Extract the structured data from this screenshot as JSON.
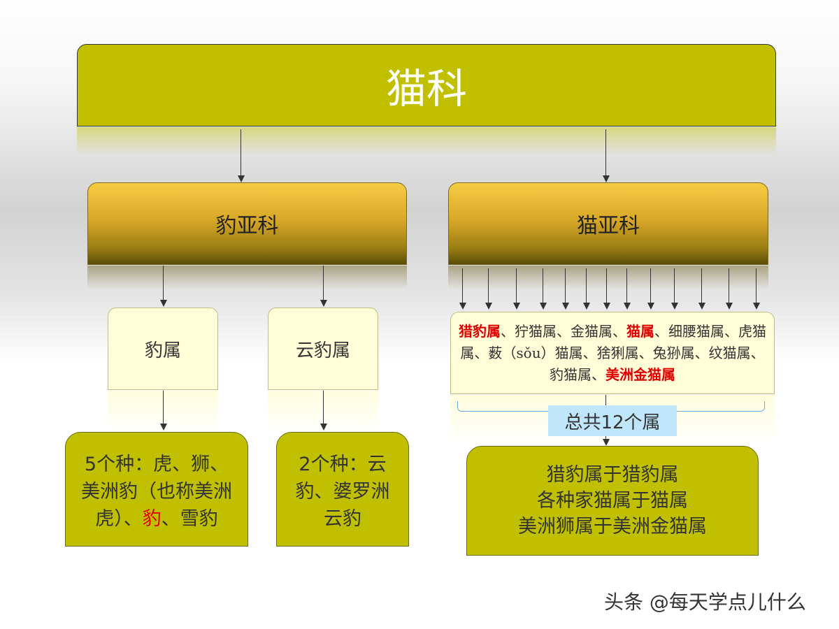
{
  "family": "猫科",
  "subfamilies": {
    "pantherinae": "豹亚科",
    "felinae": "猫亚科"
  },
  "genera": {
    "panthera": "豹属",
    "neofelis": "云豹属"
  },
  "species": {
    "panthera_lines": [
      "5个种：虎、狮、",
      "美洲豹（也称美洲",
      "虎）、",
      "豹",
      "、雪豹"
    ],
    "neofelis_lines": [
      "2个种：云",
      "豹、婆罗洲",
      "云豹"
    ]
  },
  "felinae_genera": {
    "segments": [
      {
        "text": "猎豹属",
        "highlight": true
      },
      {
        "text": "、狞猫属、金猫属、",
        "highlight": false
      },
      {
        "text": "猫属",
        "highlight": true
      },
      {
        "text": "、细腰猫属、虎猫属、薮（sǒu）猫属、猞猁属、兔狲属、纹猫属、豹猫属、",
        "highlight": false
      },
      {
        "text": "美洲金猫属",
        "highlight": true
      }
    ]
  },
  "total_label": "总共12个属",
  "summary_lines": [
    "猎豹属于猎豹属",
    "各种家猫属于猫属",
    "美洲狮属于美洲金猫属"
  ],
  "watermark": "头条 @每天学点儿什么",
  "colors": {
    "olive": "#c0c000",
    "gold": "#d9a828",
    "cream": "#fffed8",
    "highlight": "#e00000",
    "total_bg": "#bfe6fb"
  }
}
